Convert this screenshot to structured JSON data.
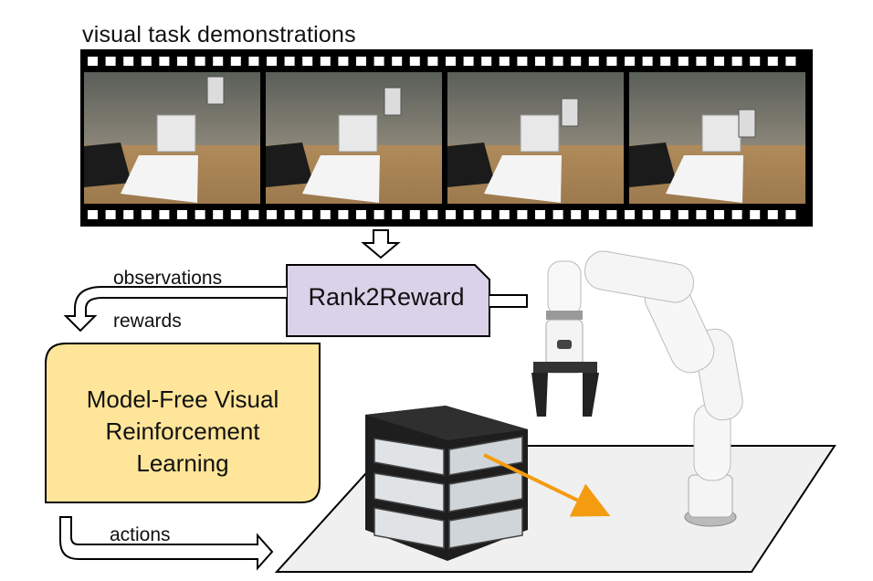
{
  "header": {
    "title": "visual task demonstrations"
  },
  "film": {
    "frame_count": 4
  },
  "flow": {
    "observations_label": "observations",
    "rewards_label": "rewards",
    "actions_label": "actions"
  },
  "nodes": {
    "rank2reward": {
      "label": "Rank2Reward",
      "color": "#d9d2e9"
    },
    "rl": {
      "line1": "Model-Free Visual",
      "line2": "Reinforcement",
      "line3": "Learning",
      "color": "#ffe599"
    }
  },
  "colors": {
    "arrow_accent": "#f39c12",
    "film": "#000000"
  }
}
